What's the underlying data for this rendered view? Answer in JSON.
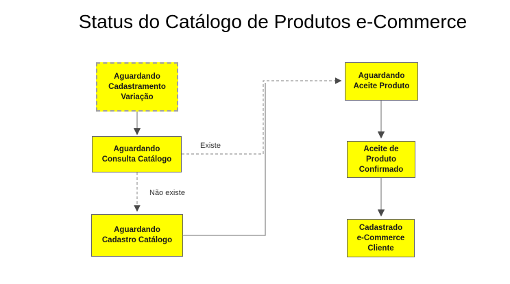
{
  "title": "Status do Catálogo de Produtos e-Commerce",
  "colors": {
    "node_fill": "#ffff00",
    "node_border": "#666666",
    "dashed_node_border": "#a0a0a0",
    "connector": "#8c8c8c",
    "arrowhead": "#4a4a4a",
    "background": "#ffffff",
    "text": "#000000"
  },
  "nodes": [
    {
      "id": "aguardando-cadastramento-variacao",
      "style": "dashed",
      "lines": [
        "Aguardando",
        "Cadastramento",
        "Variação"
      ]
    },
    {
      "id": "aguardando-consulta-catalogo",
      "style": "solid",
      "lines": [
        "Aguardando",
        "Consulta Catálogo"
      ]
    },
    {
      "id": "aguardando-cadastro-catalogo",
      "style": "solid",
      "lines": [
        "Aguardando",
        "Cadastro Catálogo"
      ]
    },
    {
      "id": "aguardando-aceite-produto",
      "style": "solid",
      "lines": [
        "Aguardando",
        "Aceite Produto"
      ]
    },
    {
      "id": "aceite-de-produto-confirmado",
      "style": "solid",
      "lines": [
        "Aceite de",
        "Produto",
        "Confirmado"
      ]
    },
    {
      "id": "cadastrado-ecommerce-cliente",
      "style": "solid",
      "lines": [
        "Cadastrado",
        "e-Commerce",
        "Cliente"
      ]
    }
  ],
  "edges": [
    {
      "from": "aguardando-cadastramento-variacao",
      "to": "aguardando-consulta-catalogo",
      "style": "solid",
      "label": ""
    },
    {
      "from": "aguardando-consulta-catalogo",
      "to": "aguardando-cadastro-catalogo",
      "style": "dashed",
      "label": "Não existe"
    },
    {
      "from": "aguardando-consulta-catalogo",
      "to": "aguardando-aceite-produto",
      "style": "dashed",
      "label": "Existe"
    },
    {
      "from": "aguardando-cadastro-catalogo",
      "to": "aguardando-aceite-produto",
      "style": "solid",
      "label": ""
    },
    {
      "from": "aguardando-aceite-produto",
      "to": "aceite-de-produto-confirmado",
      "style": "solid",
      "label": ""
    },
    {
      "from": "aceite-de-produto-confirmado",
      "to": "cadastrado-ecommerce-cliente",
      "style": "solid",
      "label": ""
    }
  ],
  "edge_labels": {
    "existe": "Existe",
    "nao_existe": "Não existe"
  }
}
